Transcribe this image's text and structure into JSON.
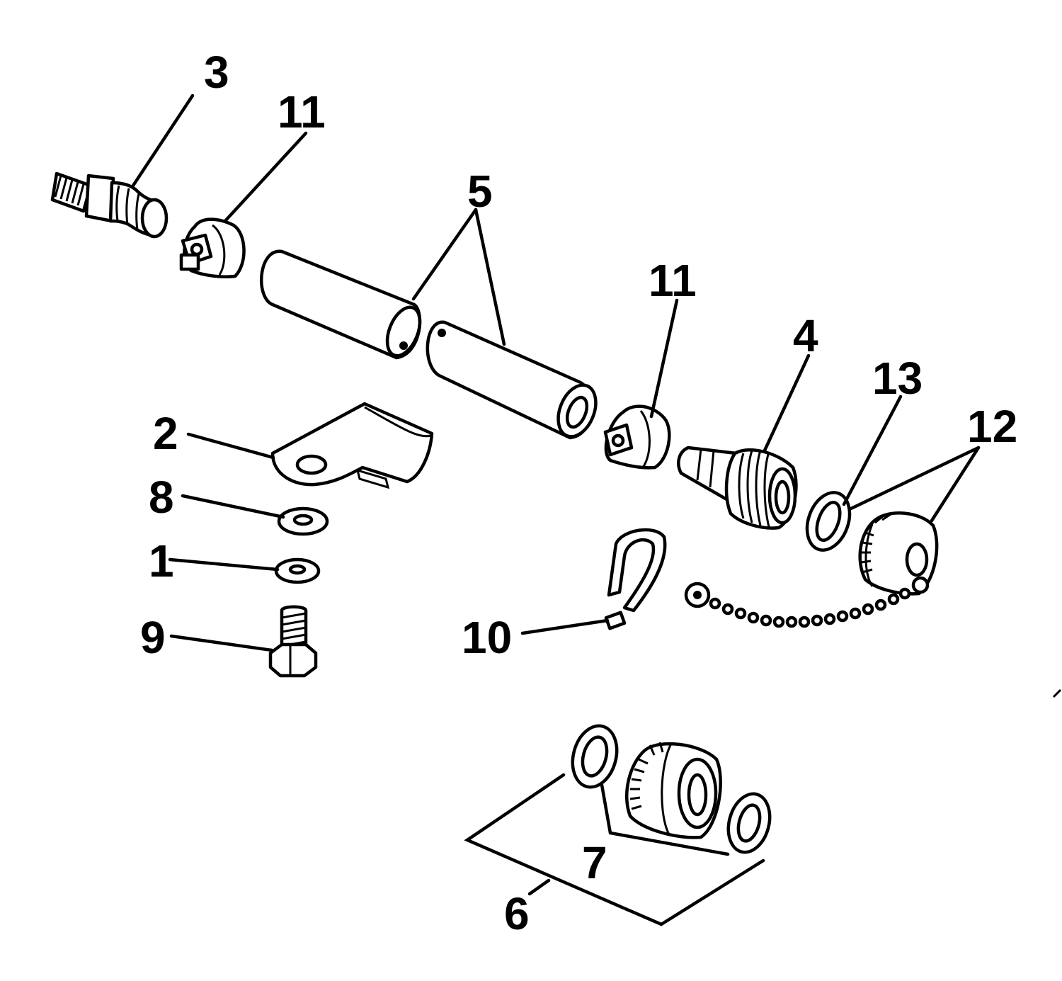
{
  "diagram": {
    "callouts": {
      "c3": "3",
      "c11a": "11",
      "c5": "5",
      "c11b": "11",
      "c4": "4",
      "c13": "13",
      "c12": "12",
      "c2": "2",
      "c8": "8",
      "c1": "1",
      "c9": "9",
      "c10": "10",
      "c7": "7",
      "c6": "6"
    },
    "colors": {
      "ink": "#000000",
      "paper": "#ffffff"
    }
  }
}
